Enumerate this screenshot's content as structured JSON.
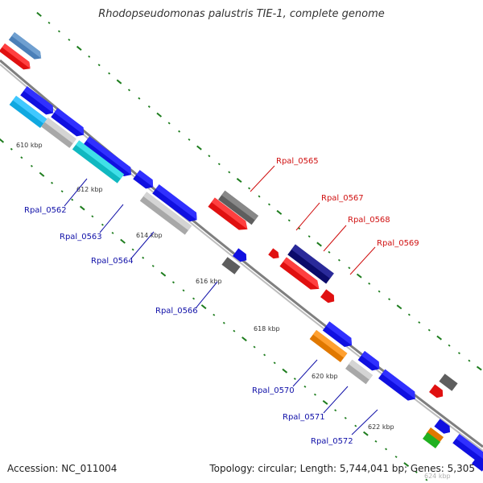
{
  "title": "Rhodopseudomonas palustris TIE-1, complete genome",
  "accession": "Accession: NC_011004",
  "topology": "Topology: circular; Length: 5,744,041 bp; Genes: 5,305",
  "colors": {
    "backbone": "#8c8c8c",
    "tick": "#1e7d1e",
    "forward_label": "#1010a8",
    "reverse_label": "#d01010"
  },
  "ticks": [
    {
      "label": "610 kbp"
    },
    {
      "label": "612 kbp"
    },
    {
      "label": "614 kbp"
    },
    {
      "label": "616 kbp"
    },
    {
      "label": "618 kbp"
    },
    {
      "label": "620 kbp"
    },
    {
      "label": "622 kbp"
    },
    {
      "label": "624 kbp"
    }
  ],
  "gene_labels": [
    {
      "name": "Rpal_0562",
      "strand": "forward"
    },
    {
      "name": "Rpal_0563",
      "strand": "forward"
    },
    {
      "name": "Rpal_0564",
      "strand": "forward"
    },
    {
      "name": "Rpal_0566",
      "strand": "forward"
    },
    {
      "name": "Rpal_0570",
      "strand": "forward"
    },
    {
      "name": "Rpal_0571",
      "strand": "forward"
    },
    {
      "name": "Rpal_0572",
      "strand": "forward"
    },
    {
      "name": "Rpal_0565",
      "strand": "reverse"
    },
    {
      "name": "Rpal_0567",
      "strand": "reverse"
    },
    {
      "name": "Rpal_0568",
      "strand": "reverse"
    },
    {
      "name": "Rpal_0569",
      "strand": "reverse"
    }
  ]
}
